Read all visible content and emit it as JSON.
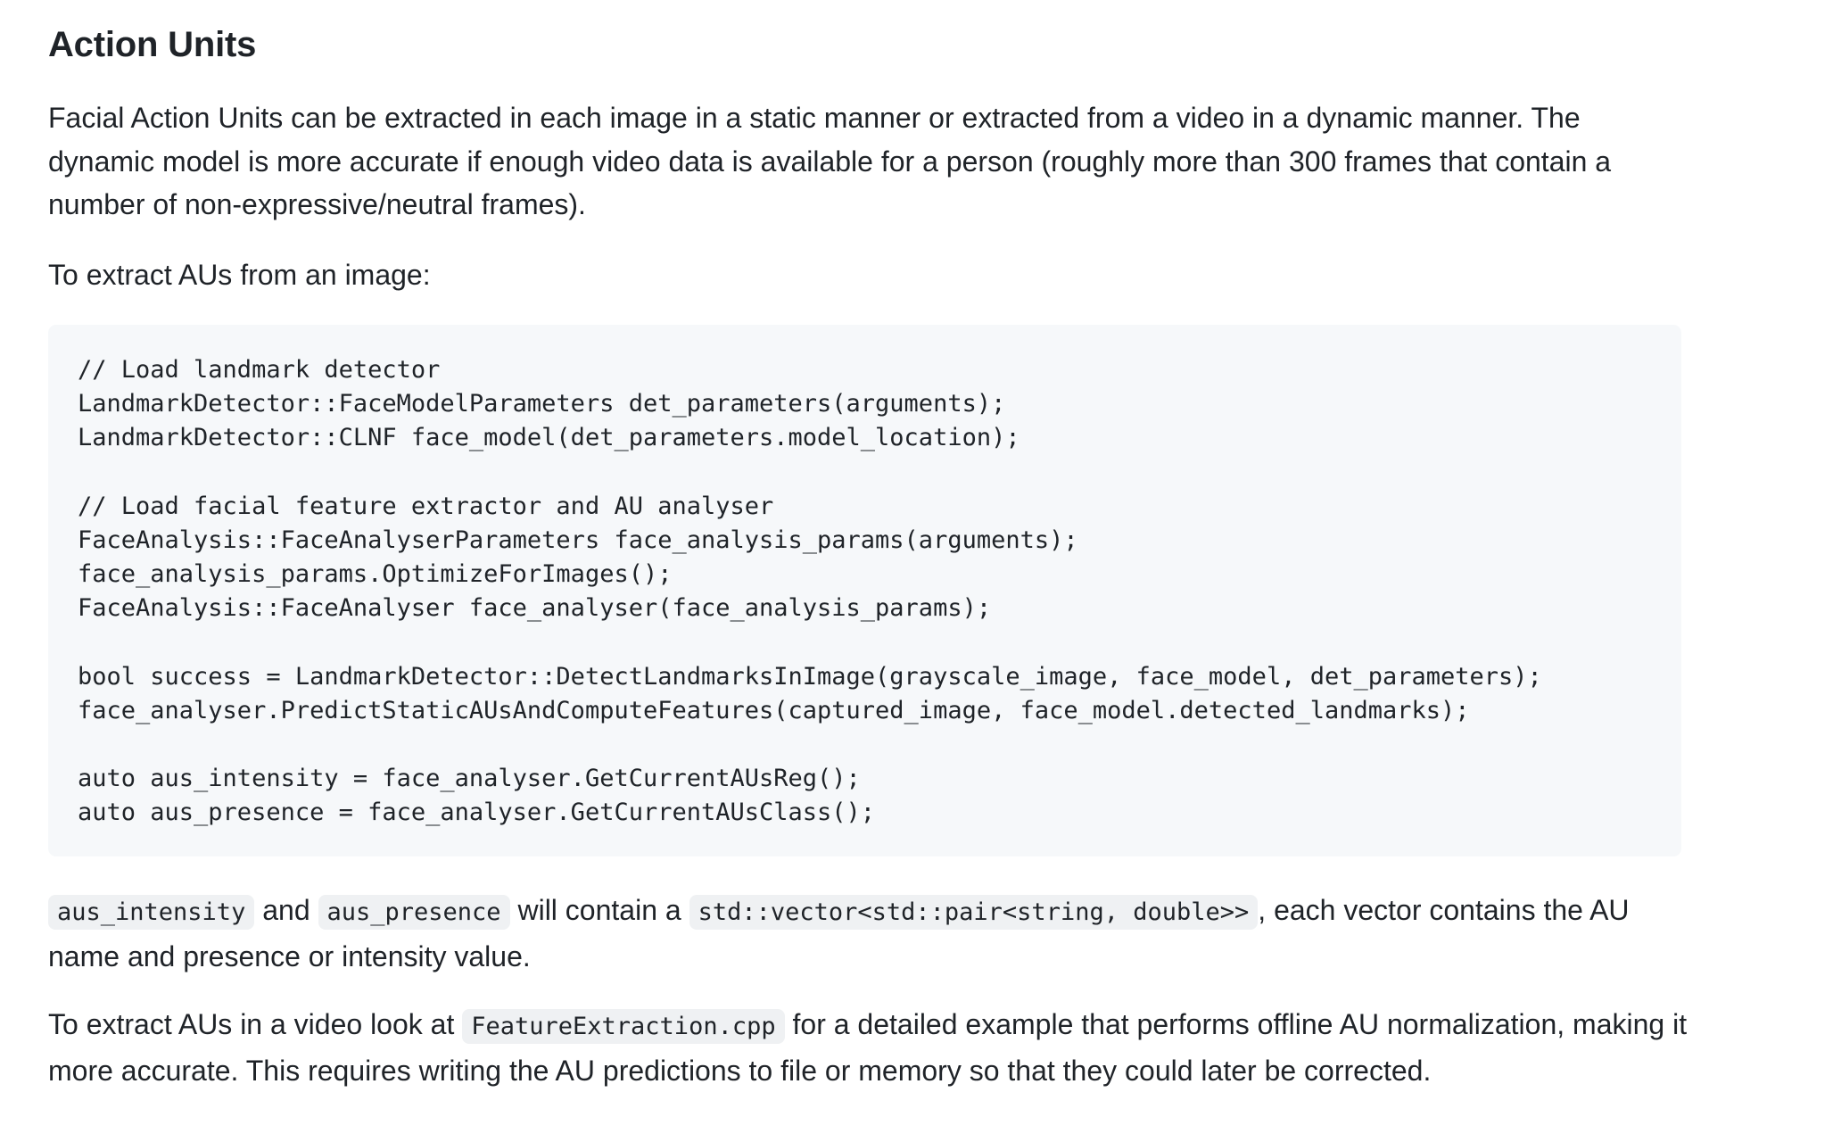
{
  "heading": "Action Units",
  "intro": "Facial Action Units can be extracted in each image in a static manner or extracted from a video in a dynamic manner. The dynamic model is more accurate if enough video data is available for a person (roughly more than 300 frames that contain a number of non-expressive/neutral frames).",
  "image_intro": "To extract AUs from an image:",
  "code_lines": [
    "// Load landmark detector",
    "LandmarkDetector::FaceModelParameters det_parameters(arguments);",
    "LandmarkDetector::CLNF face_model(det_parameters.model_location);",
    "",
    "// Load facial feature extractor and AU analyser",
    "FaceAnalysis::FaceAnalyserParameters face_analysis_params(arguments);",
    "face_analysis_params.OptimizeForImages();",
    "FaceAnalysis::FaceAnalyser face_analyser(face_analysis_params);",
    "",
    "bool success = LandmarkDetector::DetectLandmarksInImage(grayscale_image, face_model, det_parameters);",
    "face_analyser.PredictStaticAUsAndComputeFeatures(captured_image, face_model.detected_landmarks);",
    "",
    "auto aus_intensity = face_analyser.GetCurrentAUsReg();",
    "auto aus_presence = face_analyser.GetCurrentAUsClass();"
  ],
  "vector_para": {
    "code_intensity": "aus_intensity",
    "text_and": " and ",
    "code_presence": "aus_presence",
    "text_contain": " will contain a ",
    "code_type": "std::vector<std::pair<string, double>>",
    "text_rest": ", each vector contains the AU name and presence or intensity value."
  },
  "video_para": {
    "text_start": "To extract AUs in a video look at ",
    "code_file": "FeatureExtraction.cpp",
    "text_rest": " for a detailed example that performs offline AU normalization, making it more accurate. This requires writing the AU predictions to file or memory so that they could later be corrected."
  }
}
